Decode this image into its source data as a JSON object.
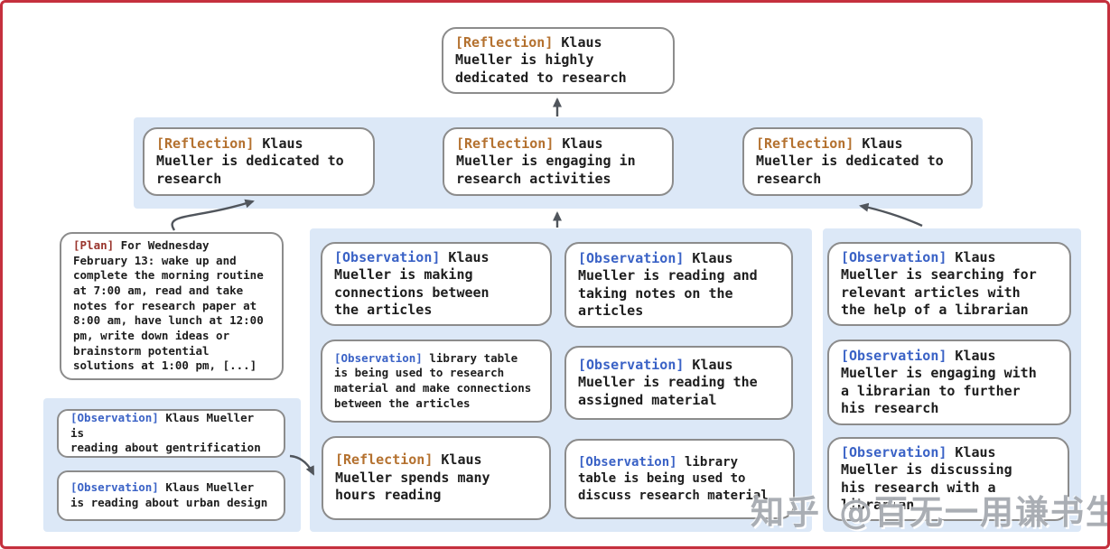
{
  "colors": {
    "frame_border": "#c5303e",
    "region_bg": "#dce8f7",
    "box_border": "#8c8c8c",
    "reflection_tag": "#b4712f",
    "plan_tag": "#99342c",
    "observation_tag": "#3a62c6",
    "arrow": "#50555c",
    "body_text": "#1d1d1d"
  },
  "nodes": {
    "root": {
      "tag": "[Reflection]",
      "text": " Klaus\nMueller is highly\ndedicated to research"
    },
    "ref_left": {
      "tag": "[Reflection]",
      "text": " Klaus\nMueller is dedicated to\nresearch"
    },
    "ref_mid": {
      "tag": "[Reflection]",
      "text": " Klaus\nMueller is engaging in\nresearch activities"
    },
    "ref_right": {
      "tag": "[Reflection]",
      "text": " Klaus\nMueller is dedicated to\nresearch"
    },
    "plan": {
      "tag": "[Plan]",
      "text": " For Wednesday\nFebruary 13: wake up and\ncomplete the morning routine\nat 7:00 am, read and take\nnotes for research paper at\n8:00 am, have lunch at 12:00\npm, write down ideas or\nbrainstorm potential\nsolutions at 1:00 pm, [...]"
    },
    "obs_gentrification": {
      "tag": "[Observation]",
      "text": " Klaus Mueller is\nreading about gentrification"
    },
    "obs_urban_design": {
      "tag": "[Observation]",
      "text": " Klaus Mueller\nis reading about urban design"
    },
    "obs_connections": {
      "tag": "[Observation]",
      "text": " Klaus\nMueller is making\nconnections between\nthe articles"
    },
    "obs_library_research": {
      "tag": "[Observation]",
      "text": " library table\nis being used to research\nmaterial and make connections\nbetween the articles"
    },
    "ref_reading_hours": {
      "tag": "[Reflection]",
      "text": " Klaus\nMueller spends many\nhours reading"
    },
    "obs_taking_notes": {
      "tag": "[Observation]",
      "text": " Klaus\nMueller is reading and\ntaking notes on the\narticles"
    },
    "obs_assigned_material": {
      "tag": "[Observation]",
      "text": " Klaus\nMueller is reading the\nassigned material"
    },
    "obs_library_discuss": {
      "tag": "[Observation]",
      "text": " library\ntable is being used to\ndiscuss research material"
    },
    "obs_searching_articles": {
      "tag": "[Observation]",
      "text": " Klaus\nMueller is searching for\nrelevant articles with\nthe help of a librarian"
    },
    "obs_engaging_librarian": {
      "tag": "[Observation]",
      "text": " Klaus\nMueller is engaging with\na librarian to further\nhis research"
    },
    "obs_discussing_research": {
      "tag": "[Observation]",
      "text": " Klaus\nMueller is discussing\nhis research with a\nlibrarian"
    }
  },
  "watermark": {
    "site": "知乎",
    "handle": "@百无一用谦书生"
  }
}
